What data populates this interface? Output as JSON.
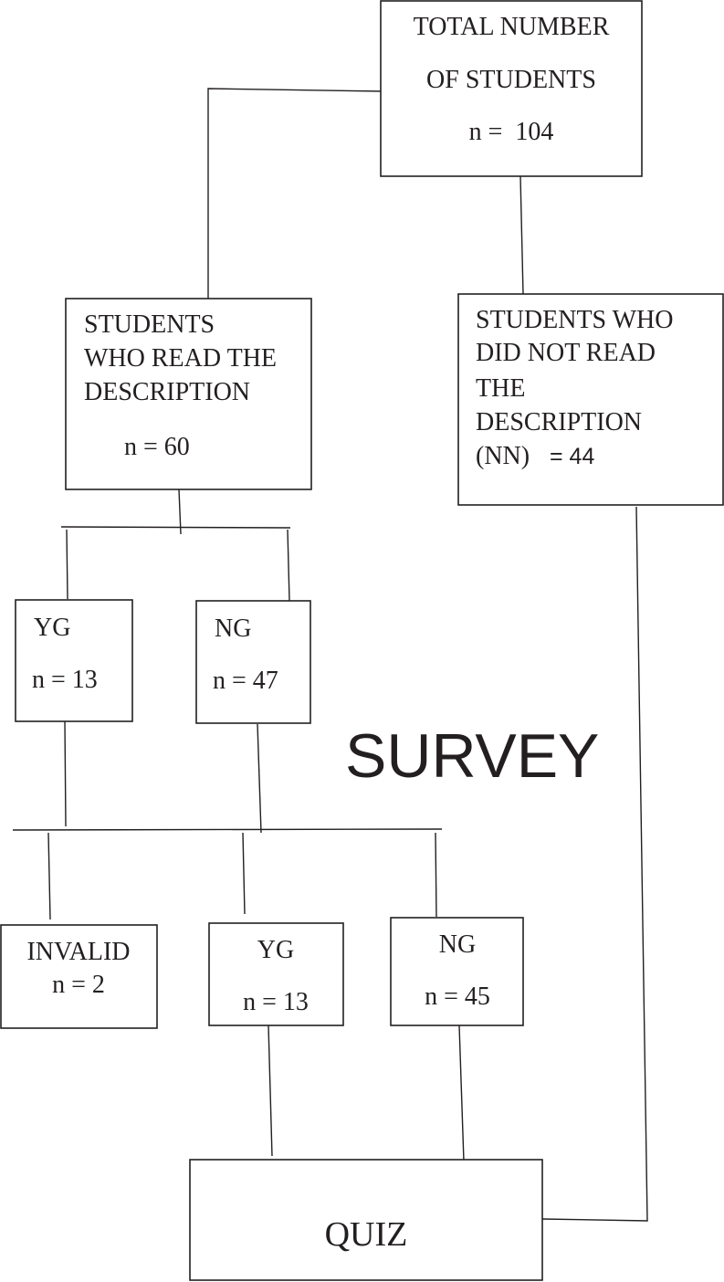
{
  "nodes": {
    "total": {
      "line1": "TOTAL NUMBER",
      "line2": "OF STUDENTS",
      "count": "n =  104"
    },
    "read": {
      "line1": "STUDENTS",
      "line2": "WHO READ THE",
      "line3": "DESCRIPTION",
      "count": "n = 60"
    },
    "not_read": {
      "line1": "STUDENTS WHO",
      "line2": "DID NOT READ",
      "line3": "THE",
      "line4": "DESCRIPTION",
      "line5_label": "(NN)",
      "line5_value": "= 44"
    },
    "yg_first": {
      "label": "YG",
      "count": "n = 13"
    },
    "ng_first": {
      "label": "NG",
      "count": "n = 47"
    },
    "invalid": {
      "label": "INVALID",
      "count": "n = 2"
    },
    "yg_second": {
      "label": "YG",
      "count": "n = 13"
    },
    "ng_second": {
      "label": "NG",
      "count": "n = 45"
    },
    "quiz": {
      "label": "QUIZ"
    }
  },
  "annotations": {
    "survey": "SURVEY"
  },
  "colors": {
    "ink": "#231f20",
    "background": "#ffffff"
  }
}
